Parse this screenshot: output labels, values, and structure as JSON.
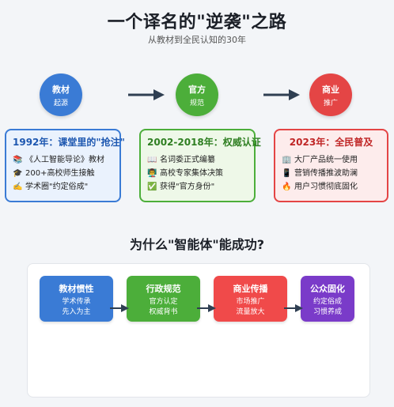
{
  "title": "一个译名的\"逆袭\"之路",
  "subtitle": "从教材到全民认知的30年",
  "stages": [
    {
      "name": "教材",
      "sub": "起源",
      "color": "#3a7bd5"
    },
    {
      "name": "官方",
      "sub": "规范",
      "color": "#4cae3a"
    },
    {
      "name": "商业",
      "sub": "推广",
      "color": "#e44545"
    }
  ],
  "cards": [
    {
      "title": "1992年：课堂里的\"抢注\"",
      "color": "#3a7bd5",
      "bg": "#eaf2fd",
      "title_color": "#1d57b0",
      "items": [
        {
          "icon": "📚",
          "text": "《人工智能导论》教材"
        },
        {
          "icon": "🎓",
          "text": "200+高校师生接触"
        },
        {
          "icon": "✍️",
          "text": "学术圈\"约定俗成\""
        }
      ]
    },
    {
      "title": "2002-2018年：权威认证",
      "color": "#4cae3a",
      "bg": "#eef8e8",
      "title_color": "#2f7f22",
      "items": [
        {
          "icon": "📖",
          "text": "名词委正式编纂"
        },
        {
          "icon": "👨‍🏫",
          "text": "高校专家集体决策"
        },
        {
          "icon": "✅",
          "text": "获得\"官方身份\""
        }
      ]
    },
    {
      "title": "2023年：全民普及",
      "color": "#e44545",
      "bg": "#fdecec",
      "title_color": "#c02626",
      "items": [
        {
          "icon": "🏢",
          "text": "大厂产品统一使用"
        },
        {
          "icon": "📱",
          "text": "营销传播推波助澜"
        },
        {
          "icon": "🔥",
          "text": "用户习惯彻底固化"
        }
      ]
    }
  ],
  "why_title": "为什么\"智能体\"能成功?",
  "factors": [
    {
      "name": "教材惯性",
      "l1": "学术传承",
      "l2": "先入为主",
      "color": "#3a7bd5"
    },
    {
      "name": "行政规范",
      "l1": "官方认定",
      "l2": "权威背书",
      "color": "#4cae3a"
    },
    {
      "name": "商业传播",
      "l1": "市场推广",
      "l2": "流量放大",
      "color": "#f04a4a"
    },
    {
      "name": "公众固化",
      "l1": "约定俗成",
      "l2": "习惯养成",
      "color": "#7a3bc9"
    }
  ]
}
